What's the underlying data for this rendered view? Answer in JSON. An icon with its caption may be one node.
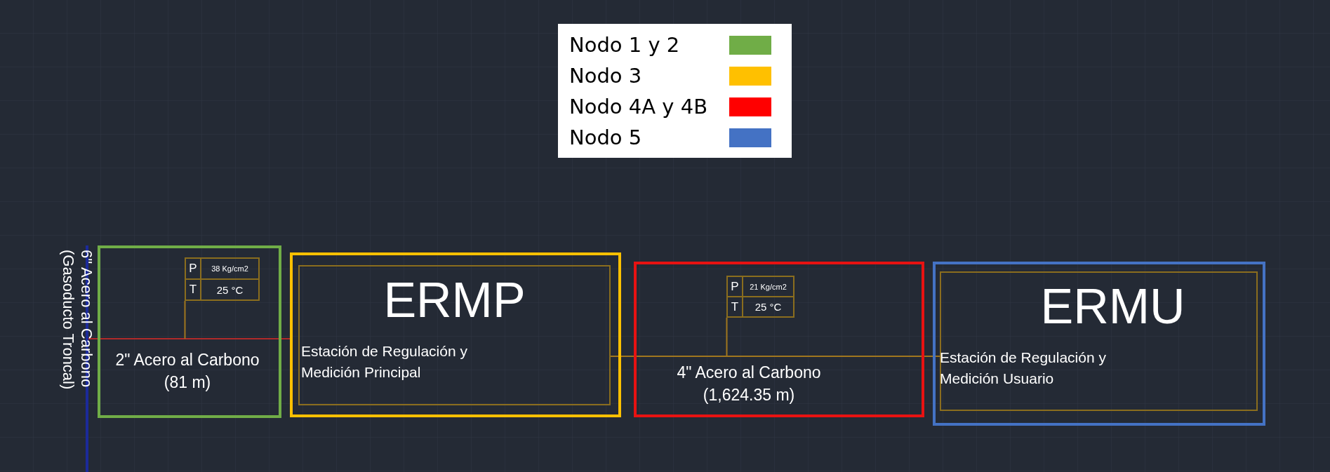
{
  "diagram": {
    "nodes": [
      {
        "text": [],
        "shape": "bar",
        "beside": [
          "6\" Acero al Carbono (Gasoducto Troncal)"
        ]
      },
      {
        "text": [
          "2\" Acero al Carbono (81 m)"
        ]
      },
      {
        "text": [
          "P",
          "38 Kg/cm2",
          "T",
          "25 °C"
        ],
        "in": 1
      },
      {
        "text": [],
        "shape": "box"
      },
      {
        "text": [
          "ERMP",
          "Estación de Regulación y Medición Principal"
        ],
        "in": 3
      },
      {
        "text": [
          "4\" Acero al Carbono (1,624.35 m)"
        ]
      },
      {
        "text": [
          "P",
          "21 Kg/cm2",
          "T",
          "25 °C"
        ],
        "in": 5
      },
      {
        "text": [],
        "shape": "box"
      },
      {
        "text": [
          "ERMU",
          "Estación de Regulación y Medición Usuario"
        ],
        "in": 7
      }
    ],
    "edges": [
      {
        "from": 0,
        "to": 3,
        "arrow": "none",
        "color": "#b02a2a"
      },
      {
        "from": 4,
        "to": 8,
        "arrow": "none"
      },
      {
        "from": 2,
        "to": null,
        "arrow": "none"
      },
      {
        "from": 6,
        "to": null,
        "arrow": "none"
      }
    ],
    "legend": [
      {
        "text": "Nodo 1 y 2",
        "color": "#70ad47"
      },
      {
        "text": "Nodo 3",
        "color": "#ffc000"
      },
      {
        "text": "Nodo 4A y 4B",
        "color": "#ff0000"
      },
      {
        "text": "Nodo 5",
        "color": "#4472c4"
      }
    ]
  }
}
